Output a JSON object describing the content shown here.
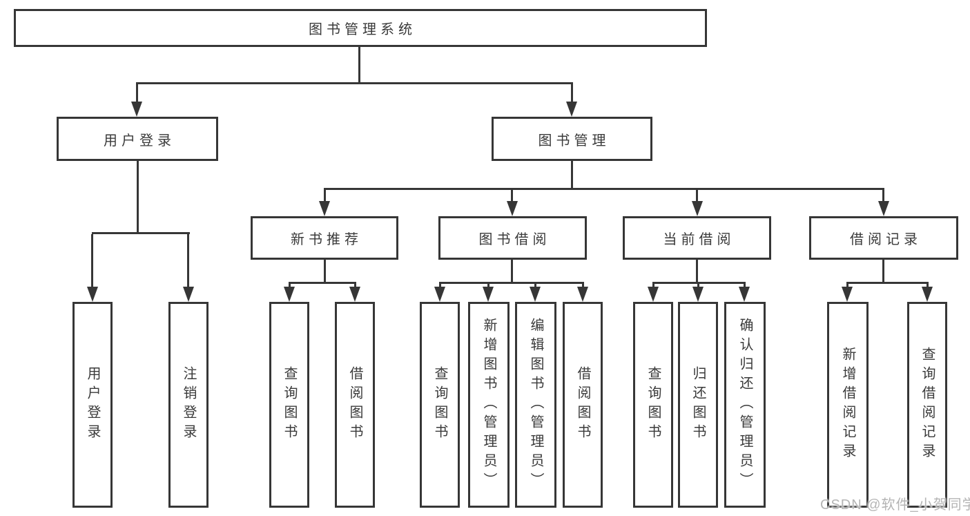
{
  "colors": {
    "line": "#363636",
    "text": "#3a3a3a",
    "watermark": "#b4b4b4",
    "background": "#ffffff"
  },
  "watermark": "CSDN @软件_小贺同学",
  "tree": {
    "label": "图书管理系统",
    "children": [
      {
        "label": "用户登录",
        "children": [
          {
            "label": "用户登录"
          },
          {
            "label": "注销登录"
          }
        ]
      },
      {
        "label": "图书管理",
        "children": [
          {
            "label": "新书推荐",
            "children": [
              {
                "label": "查询图书"
              },
              {
                "label": "借阅图书"
              }
            ]
          },
          {
            "label": "图书借阅",
            "children": [
              {
                "label": "查询图书"
              },
              {
                "label": "新增图书（管理员）"
              },
              {
                "label": "编辑图书（管理员）"
              },
              {
                "label": "借阅图书"
              }
            ]
          },
          {
            "label": "当前借阅",
            "children": [
              {
                "label": "查询图书"
              },
              {
                "label": "归还图书"
              },
              {
                "label": "确认归还（管理员）"
              }
            ]
          },
          {
            "label": "借阅记录",
            "children": [
              {
                "label": "新增借阅记录"
              },
              {
                "label": "查询借阅记录"
              }
            ]
          }
        ]
      }
    ]
  }
}
